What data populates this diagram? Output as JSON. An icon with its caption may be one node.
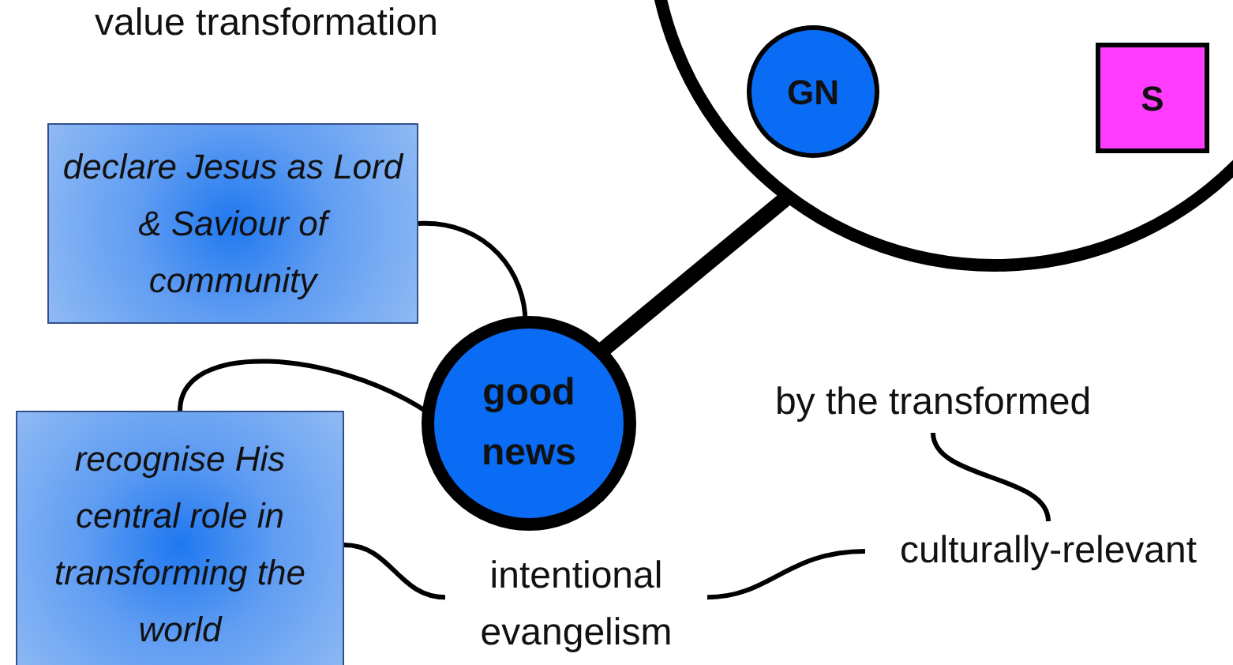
{
  "diagram": {
    "nodes": [
      {
        "text": [],
        "shape": "circle"
      },
      {
        "text": [
          "GN"
        ],
        "in": 0
      },
      {
        "text": [
          "S"
        ],
        "in": 0
      },
      {
        "text": [
          "declare Jesus as Lord & Saviour of community"
        ]
      },
      {
        "text": [
          "good news"
        ]
      },
      {
        "text": [
          "recognise His central role in transforming the world"
        ]
      },
      {
        "text": [
          "intentional evangelism"
        ]
      },
      {
        "text": [
          "culturally-relevant"
        ]
      },
      {
        "text": [
          "by the transformed"
        ]
      }
    ],
    "edges": [
      {
        "from": 4,
        "to": 0,
        "arrow": "none",
        "style": "thick"
      },
      {
        "from": 3,
        "to": 4,
        "arrow": "none"
      },
      {
        "from": 5,
        "to": 4,
        "arrow": "none"
      },
      {
        "from": 5,
        "to": 6,
        "arrow": "none"
      },
      {
        "from": 6,
        "to": 7,
        "arrow": "none"
      },
      {
        "from": 8,
        "to": 7,
        "arrow": "none"
      }
    ],
    "labels": [
      "value transformation"
    ]
  }
}
